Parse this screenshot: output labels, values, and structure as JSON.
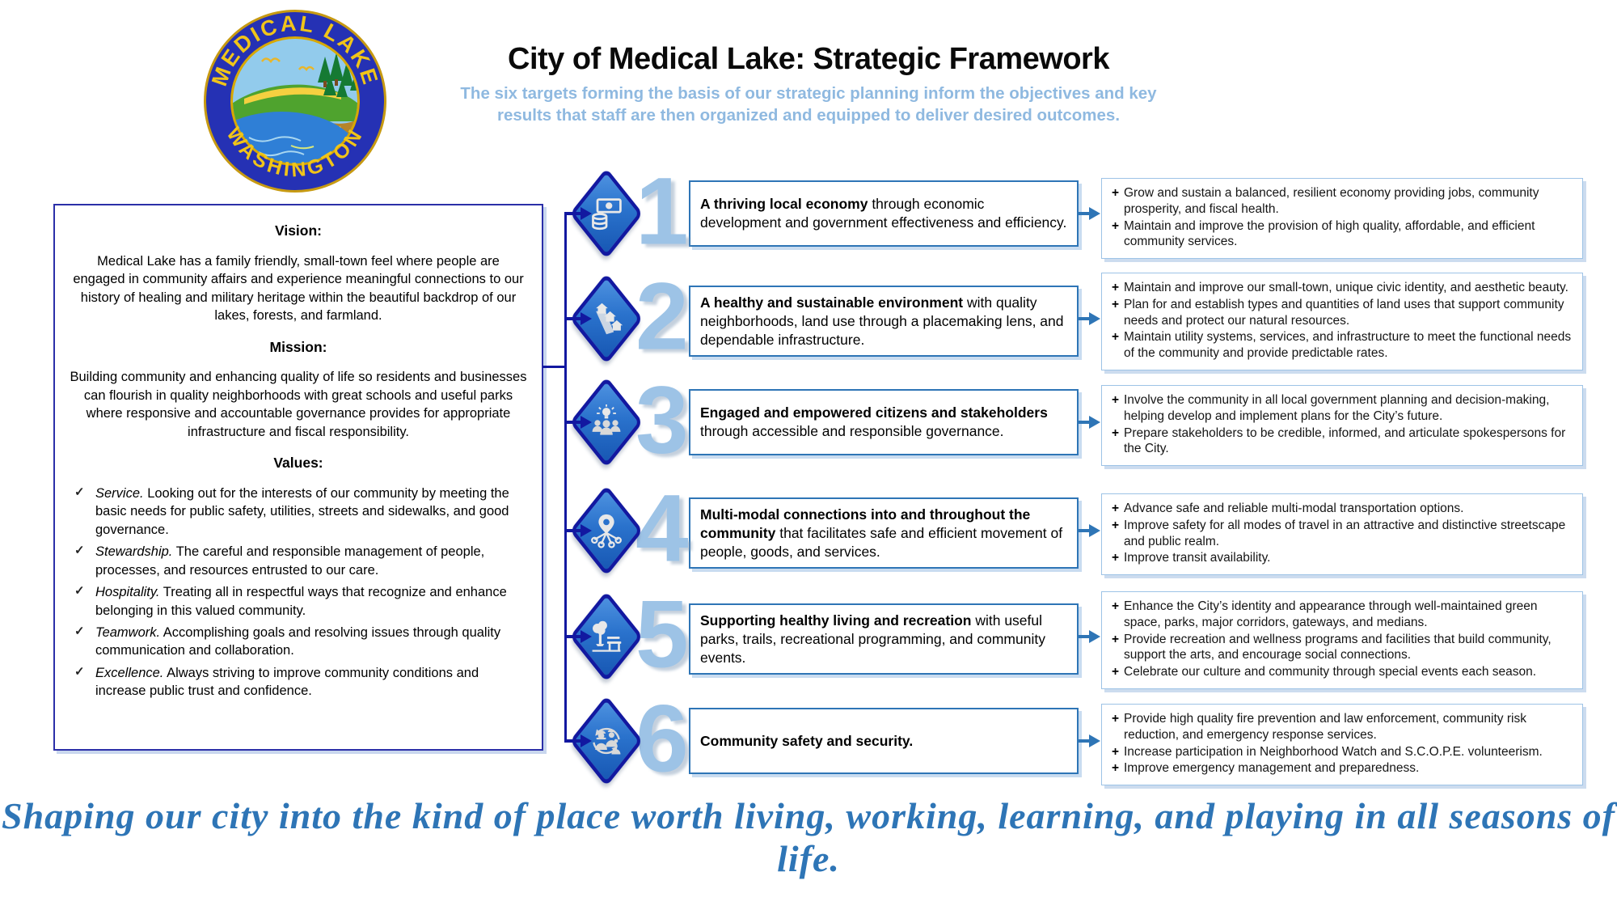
{
  "header": {
    "title": "City of Medical Lake: Strategic Framework",
    "subtitle_line1": "The six targets forming the basis of our strategic planning inform the objectives and key",
    "subtitle_line2": "results that staff are then organized and equipped to deliver desired outcomes.",
    "logo": {
      "top_text": "MEDICAL LAKE",
      "bottom_text": "WASHINGTON"
    }
  },
  "vision_box": {
    "vision_heading": "Vision:",
    "vision_text": "Medical Lake has a family friendly, small-town feel where people are engaged in community affairs and experience meaningful connections to our history of healing and military heritage within the beautiful backdrop of our lakes, forests, and farmland.",
    "mission_heading": "Mission:",
    "mission_text": "Building community and enhancing quality of life so residents and businesses can flourish in quality neighborhoods with great schools and useful parks where responsive and accountable governance provides for appropriate infrastructure and fiscal responsibility.",
    "values_heading": "Values:",
    "values": [
      {
        "term": "Service.",
        "text": "Looking out for the interests of our community by meeting the basic needs for public safety, utilities, streets and sidewalks, and good governance."
      },
      {
        "term": "Stewardship.",
        "text": "The careful and responsible management of people, processes, and resources entrusted to our care."
      },
      {
        "term": "Hospitality.",
        "text": "Treating all in respectful ways that recognize and enhance belonging in this valued community."
      },
      {
        "term": "Teamwork.",
        "text": "Accomplishing goals and resolving issues through quality communication and collaboration."
      },
      {
        "term": "Excellence.",
        "text": "Always striving to improve community conditions and increase public trust and confidence."
      }
    ]
  },
  "targets": [
    {
      "number": "1",
      "icon": "economy-icon",
      "statement_bold": "A thriving local economy",
      "statement_rest": " through economic development and government effectiveness and efficiency.",
      "objectives": [
        "Grow and sustain a balanced, resilient economy providing jobs, community prosperity, and fiscal health.",
        "Maintain and improve the provision of high quality, affordable, and efficient community services."
      ]
    },
    {
      "number": "2",
      "icon": "environment-icon",
      "statement_bold": "A healthy and sustainable environment",
      "statement_rest": " with quality neighborhoods, land use through a placemaking lens, and dependable infrastructure.",
      "objectives": [
        "Maintain and improve our small-town, unique civic identity, and aesthetic beauty.",
        "Plan for and establish types and quantities of land uses that support community needs and protect our natural resources.",
        "Maintain utility systems, services, and infrastructure to meet the functional needs of the community and provide predictable rates."
      ]
    },
    {
      "number": "3",
      "icon": "citizens-icon",
      "statement_bold": "Engaged and empowered citizens and stakeholders",
      "statement_rest": " through accessible and responsible governance.",
      "objectives": [
        "Involve the community in all local government planning and decision-making, helping develop and implement plans for the City’s future.",
        "Prepare stakeholders to be credible, informed, and articulate spokespersons for the City."
      ]
    },
    {
      "number": "4",
      "icon": "connections-icon",
      "statement_bold": "Multi-modal connections into and throughout the community",
      "statement_rest": " that facilitates safe and efficient movement of people, goods, and services.",
      "objectives": [
        "Advance safe and reliable multi-modal transportation options.",
        "Improve safety for all modes of travel in an attractive and distinctive streetscape and public realm.",
        "Improve transit availability."
      ]
    },
    {
      "number": "5",
      "icon": "recreation-icon",
      "statement_bold": "Supporting healthy living and recreation",
      "statement_rest": " with useful parks, trails, recreational programming, and community events.",
      "objectives": [
        "Enhance the City’s identity and appearance through well-maintained green space, parks, major corridors, gateways, and medians.",
        "Provide recreation and wellness programs and facilities that build community, support the arts, and encourage social connections.",
        "Celebrate our culture and community through special events each season."
      ]
    },
    {
      "number": "6",
      "icon": "safety-icon",
      "statement_bold": "Community safety and security.",
      "statement_rest": "",
      "objectives": [
        "Provide high quality fire prevention and law enforcement, community risk reduction, and emergency response services.",
        "Increase participation in Neighborhood Watch and S.C.O.P.E. volunteerism.",
        "Improve emergency management and preparedness."
      ]
    }
  ],
  "footer": {
    "tagline": "Shaping our city into the kind of place worth living, working, learning, and playing in all seasons of life."
  },
  "colors": {
    "connector_navy": "#1218A0",
    "accent_blue": "#2E75B6",
    "light_blue": "#9DC3E6",
    "diamond_blue": "#2A72CC",
    "seal_ring_blue": "#2531B4",
    "seal_gold": "#F0C419"
  }
}
